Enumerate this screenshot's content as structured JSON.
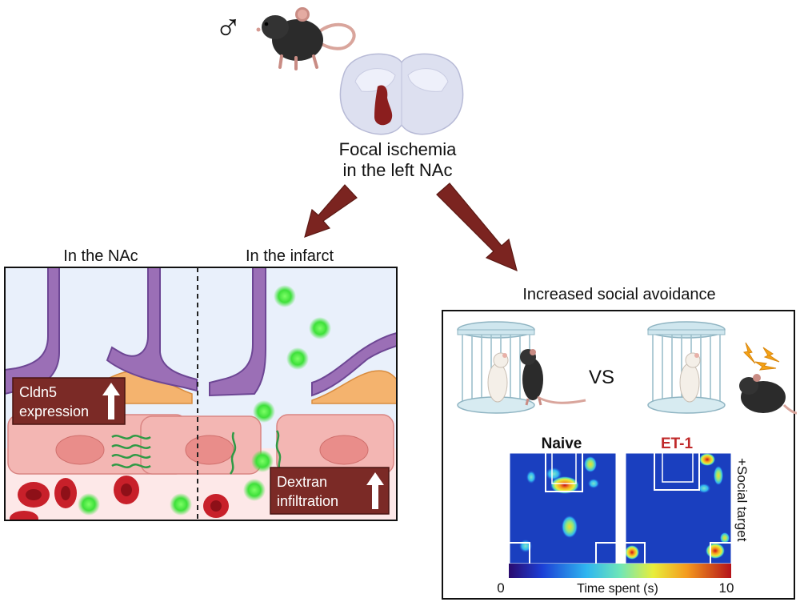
{
  "header": {
    "sex_symbol": "♂",
    "ischemia_line1": "Focal ischemia",
    "ischemia_line2": "in the left NAc"
  },
  "left_panel": {
    "label_nac": "In the NAc",
    "label_infarct": "In the infarct",
    "cldn5_line1": "Cldn5",
    "cldn5_line2": "expression",
    "dextran_line1": "Dextran",
    "dextran_line2": "infiltration"
  },
  "right_panel": {
    "title": "Increased social avoidance",
    "versus": "VS",
    "heatmap_naive": "Naive",
    "heatmap_et1": "ET-1",
    "side_label": "+Social target",
    "colorbar_min": "0",
    "colorbar_max": "10",
    "colorbar_label": "Time spent (s)"
  },
  "colors": {
    "arrow": "#7b2420",
    "label_box": "#7b2a26",
    "astrocyte": "#9b6fb6",
    "pericyte": "#f4b36e",
    "endothelial": "#f3b6b3",
    "nucleus": "#e98d8a",
    "rbc": "#c8202a",
    "dextran": "#3ee03a",
    "tight_junction": "#2f9a45",
    "infarct": "#8b1e1e",
    "brain": "#dcdff0",
    "panel_bg_top": "#e9f0fb",
    "panel_bg_bottom": "#fde8e8",
    "heatmap_bg": "#1a3fbf",
    "et1_red": "#c0292a"
  },
  "icons": [
    "male-symbol-icon",
    "mouse-icon",
    "brain-slice-icon",
    "cage-icon",
    "lightning-icon",
    "up-arrow-icon"
  ]
}
